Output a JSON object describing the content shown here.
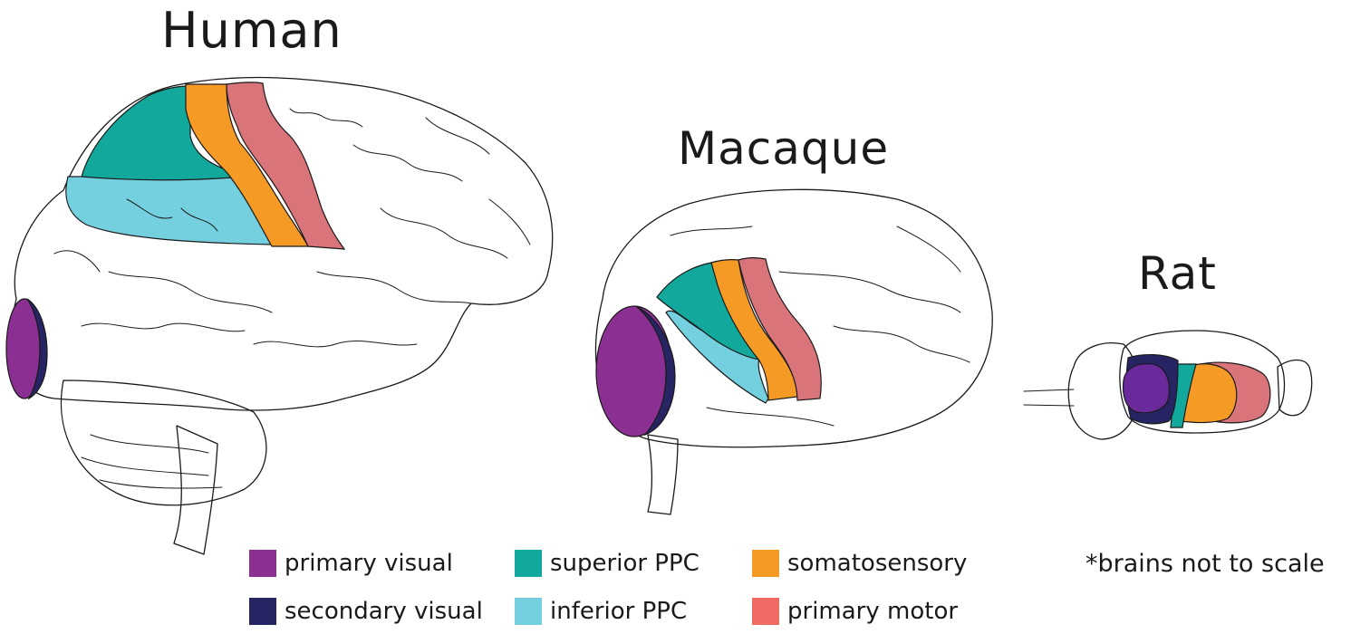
{
  "titles": {
    "human": "Human",
    "macaque": "Macaque",
    "rat": "Rat"
  },
  "note": "*brains not to scale",
  "legend": [
    {
      "label": "primary visual",
      "color": "#8b2f93"
    },
    {
      "label": "secondary visual",
      "color": "#262463"
    },
    {
      "label": "superior PPC",
      "color": "#12a89b"
    },
    {
      "label": "inferior PPC",
      "color": "#74d0df"
    },
    {
      "label": "somatosensory",
      "color": "#f59a25"
    },
    {
      "label": "primary motor",
      "color": "#ef6a63"
    }
  ],
  "region_colors": {
    "primary_visual": "#8b2f93",
    "secondary_visual": "#262463",
    "superior_ppc": "#12a89b",
    "inferior_ppc": "#74d0df",
    "somatosensory": "#f59a25",
    "primary_motor": "#d9747a"
  }
}
